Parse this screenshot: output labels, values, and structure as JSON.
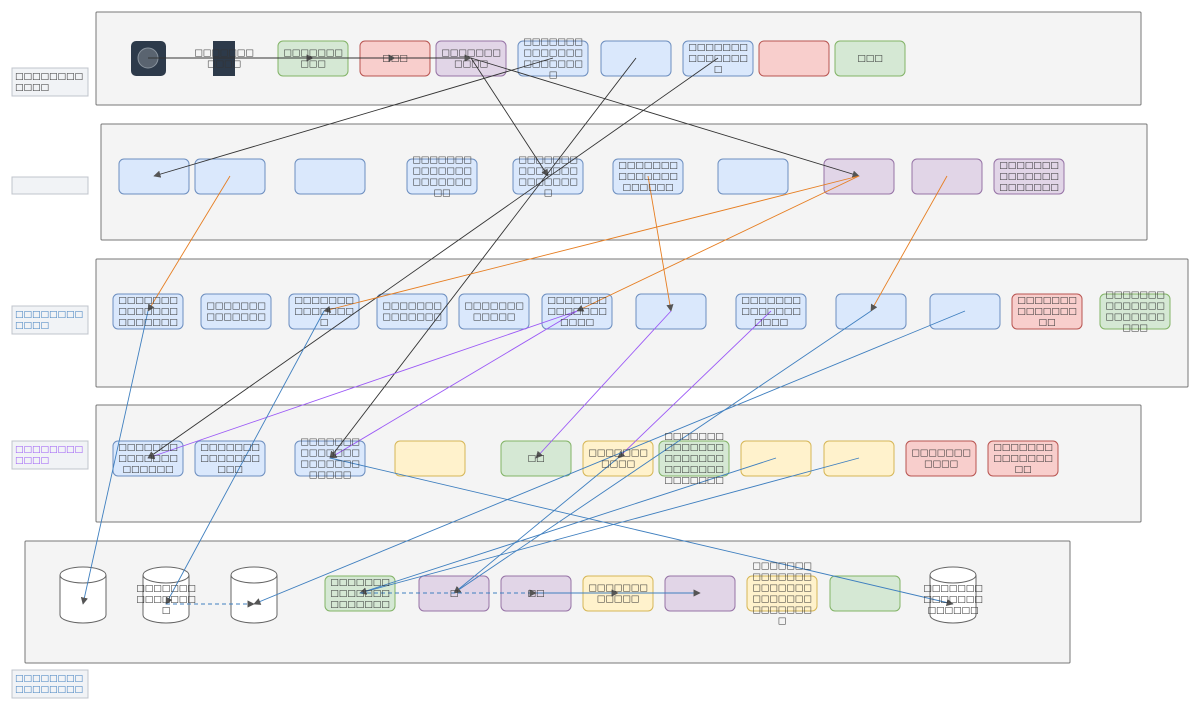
{
  "colors": {
    "lane_fill": "#f4f4f4",
    "lane_stroke": "#777777",
    "blue": {
      "fill": "#dae8fc",
      "stroke": "#6c8ebf"
    },
    "green": {
      "fill": "#d5e8d4",
      "stroke": "#82b366"
    },
    "red": {
      "fill": "#f8cecc",
      "stroke": "#b85450"
    },
    "purple": {
      "fill": "#e1d5e7",
      "stroke": "#9673a6"
    },
    "yellow": {
      "fill": "#fff2cc",
      "stroke": "#d6b656"
    },
    "dark": "#2d3a4a",
    "edge_dark": "#333333",
    "edge_orange": "#e67e22",
    "edge_purple": "#9b59f6",
    "edge_blue": "#3f7fbf"
  },
  "lanes": [
    {
      "label": "□□□□□□□□□□□□",
      "label_color": "#333333"
    },
    {
      "label": "",
      "label_color": "#333333"
    },
    {
      "label": "□□□□□□□□□□□□",
      "label_color": "#3f7fbf"
    },
    {
      "label": "□□□□□□□□□□□□",
      "label_color": "#9b59f6"
    },
    {
      "label": "□□□□□□□□□□□□□□□□",
      "label_color": "#3f7fbf"
    }
  ],
  "nodes": {
    "r1": [
      {
        "kind": "start",
        "color": "dark",
        "label": ""
      },
      {
        "kind": "bar",
        "color": "dark",
        "label": "□□□□□□□□□□□"
      },
      {
        "color": "green",
        "label": "□□□□□□□□□□"
      },
      {
        "color": "red",
        "label": "□□□"
      },
      {
        "color": "purple",
        "label": "□□□□□□□□□□□"
      },
      {
        "color": "blue",
        "label": "□□□□□□□□□□□□□□□□□□□□□□"
      },
      {
        "color": "blue",
        "label": ""
      },
      {
        "color": "blue",
        "label": "□□□□□□□□□□□□□□□"
      },
      {
        "color": "red",
        "label": ""
      },
      {
        "color": "green",
        "label": "□□□"
      }
    ],
    "r2": [
      {
        "color": "blue",
        "label": ""
      },
      {
        "color": "blue",
        "label": ""
      },
      {
        "color": "blue",
        "label": ""
      },
      {
        "color": "blue",
        "label": "□□□□□□□□□□□□□□□□□□□□□□□"
      },
      {
        "color": "blue",
        "label": "□□□□□□□□□□□□□□□□□□□□□□"
      },
      {
        "color": "blue",
        "label": "□□□□□□□□□□□□□□□□□□□□"
      },
      {
        "color": "blue",
        "label": ""
      },
      {
        "color": "purple",
        "label": ""
      },
      {
        "color": "purple",
        "label": ""
      },
      {
        "color": "purple",
        "label": "□□□□□□□□□□□□□□□□□□□□□"
      }
    ],
    "r3": [
      {
        "color": "blue",
        "label": "□□□□□□□□□□□□□□□□□□□□□"
      },
      {
        "color": "blue",
        "label": "□□□□□□□□□□□□□□"
      },
      {
        "color": "blue",
        "label": "□□□□□□□□□□□□□□□"
      },
      {
        "color": "blue",
        "label": "□□□□□□□□□□□□□□"
      },
      {
        "color": "blue",
        "label": "□□□□□□□□□□□□"
      },
      {
        "color": "blue",
        "label": "□□□□□□□□□□□□□□□□□□"
      },
      {
        "color": "blue",
        "label": ""
      },
      {
        "color": "blue",
        "label": "□□□□□□□□□□□□□□□□□□"
      },
      {
        "color": "blue",
        "label": ""
      },
      {
        "color": "blue",
        "label": ""
      },
      {
        "color": "red",
        "label": "□□□□□□□□□□□□□□□□"
      },
      {
        "color": "green",
        "label": "□□□□□□□□□□□□□□□□□□□□□□□□"
      }
    ],
    "r4": [
      {
        "color": "blue",
        "label": "□□□□□□□□□□□□□□□□□□□□"
      },
      {
        "color": "blue",
        "label": "□□□□□□□□□□□□□□□□□"
      },
      {
        "color": "blue",
        "label": "□□□□□□□□□□□□□□□□□□□□□□□□□□"
      },
      {
        "color": "yellow",
        "label": ""
      },
      {
        "color": "green",
        "label": "□□"
      },
      {
        "color": "yellow",
        "label": "□□□□□□□□□□□"
      },
      {
        "color": "green",
        "label": "□□□□□□□□□□□□□□□□□□□□□□□□□□□□□□□□□□□"
      },
      {
        "color": "yellow",
        "label": ""
      },
      {
        "color": "yellow",
        "label": ""
      },
      {
        "color": "red",
        "label": "□□□□□□□□□□□"
      },
      {
        "color": "red",
        "label": "□□□□□□□□□□□□□□□□"
      }
    ],
    "r5": [
      {
        "kind": "db",
        "label": ""
      },
      {
        "kind": "db",
        "label": "□□□□□□□□□□□□□□□"
      },
      {
        "kind": "db",
        "label": ""
      },
      {
        "color": "green",
        "label": "□□□□□□□□□□□□□□□□□□□□□"
      },
      {
        "color": "purple",
        "label": "□"
      },
      {
        "color": "purple",
        "label": "□□"
      },
      {
        "color": "yellow",
        "label": "□□□□□□□□□□□□"
      },
      {
        "color": "purple",
        "label": ""
      },
      {
        "color": "yellow",
        "label": "□□□□□□□□□□□□□□□□□□□□□□□□□□□□□□□□□□□□"
      },
      {
        "color": "green",
        "label": ""
      },
      {
        "kind": "db",
        "label": "□□□□□□□□□□□□□□□□□□□□"
      }
    ]
  }
}
